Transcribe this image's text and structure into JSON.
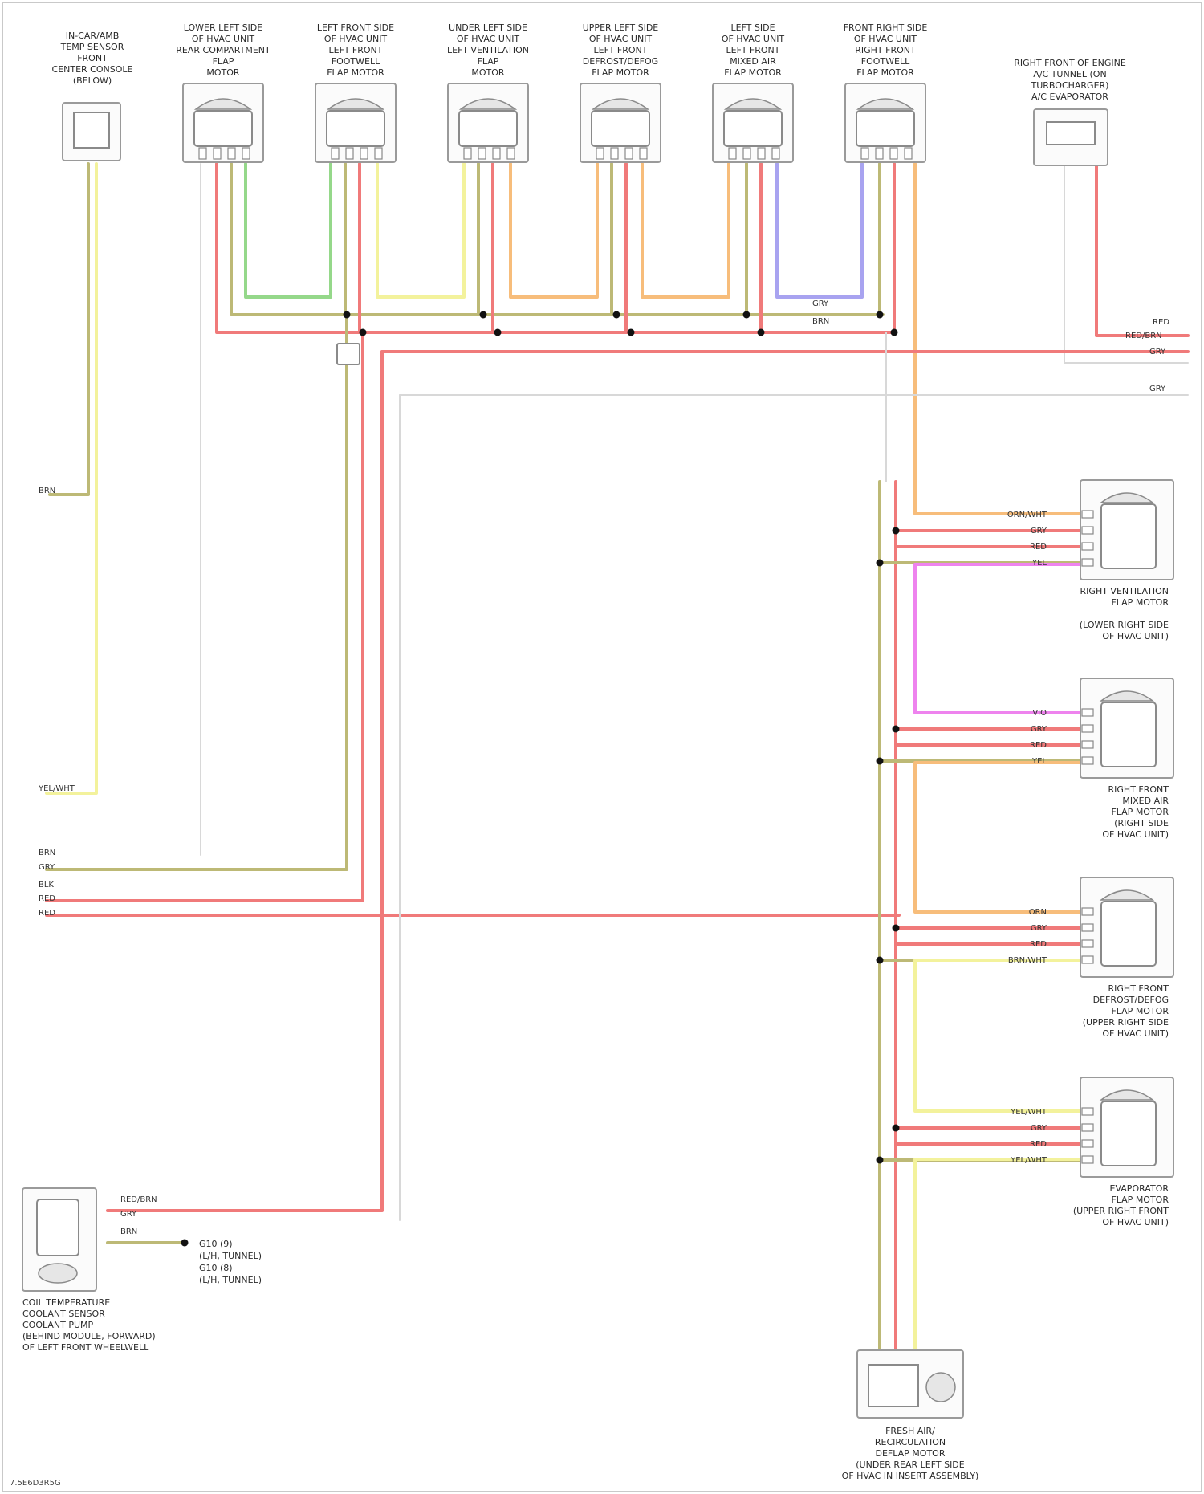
{
  "wire_colors": {
    "red": "#f07a7a",
    "olive": "#bdb976",
    "green": "#95d88a",
    "lightyellow": "#f3f29c",
    "orange": "#f7bd7b",
    "violet": "#a8a3f0",
    "magenta": "#ee83ee",
    "gray": "#d8d8d8"
  },
  "top_components": [
    {
      "id": "in_car_sensor",
      "caption": [
        "IN-CAR/AMB",
        "TEMP SENSOR",
        "FRONT",
        "CENTER CONSOLE",
        "(BELOW)"
      ]
    },
    {
      "id": "m1",
      "caption": [
        "LOWER LEFT SIDE",
        "OF HVAC UNIT",
        "REAR COMPARTMENT",
        "FLAP",
        "MOTOR"
      ]
    },
    {
      "id": "m2",
      "caption": [
        "LEFT FRONT SIDE",
        "OF HVAC UNIT",
        "LEFT FRONT",
        "FOOTWELL",
        "FLAP MOTOR"
      ]
    },
    {
      "id": "m3",
      "caption": [
        "UNDER LEFT SIDE",
        "OF HVAC UNIT",
        "LEFT VENTILATION",
        "FLAP",
        "MOTOR"
      ]
    },
    {
      "id": "m4",
      "caption": [
        "UPPER LEFT SIDE",
        "OF HVAC UNIT",
        "LEFT FRONT",
        "DEFROST/DEFOG",
        "FLAP MOTOR"
      ]
    },
    {
      "id": "m5",
      "caption": [
        "LEFT SIDE",
        "OF HVAC UNIT",
        "LEFT FRONT",
        "MIXED AIR",
        "FLAP MOTOR"
      ]
    },
    {
      "id": "m6",
      "caption": [
        "FRONT RIGHT SIDE",
        "OF HVAC UNIT",
        "RIGHT FRONT",
        "FOOTWELL",
        "FLAP MOTOR"
      ]
    },
    {
      "id": "evap_sensor",
      "caption": [
        "RIGHT FRONT OF ENGINE",
        "A/C TUNNEL (ON",
        "TURBOCHARGER)",
        "A/C EVAPORATOR"
      ]
    }
  ],
  "right_components": [
    {
      "id": "r1",
      "caption": [
        "RIGHT VENTILATION",
        "FLAP MOTOR"
      ],
      "note": [
        "(LOWER RIGHT SIDE",
        "OF HVAC UNIT)"
      ],
      "pin_labels": [
        "ORN/WHT",
        "GRY",
        "RED",
        "YEL"
      ]
    },
    {
      "id": "r2",
      "caption": [
        "RIGHT FRONT",
        "MIXED AIR",
        "FLAP MOTOR",
        "(RIGHT SIDE",
        "OF HVAC UNIT)"
      ],
      "pin_labels": [
        "VIO",
        "GRY",
        "RED",
        "YEL"
      ]
    },
    {
      "id": "r3",
      "caption": [
        "RIGHT FRONT",
        "DEFROST/DEFOG",
        "FLAP MOTOR",
        "(UPPER RIGHT SIDE",
        "OF HVAC UNIT)"
      ],
      "pin_labels": [
        "ORN",
        "GRY",
        "RED",
        "BRN/WHT"
      ]
    },
    {
      "id": "r4",
      "caption": [
        "EVAPORATOR",
        "FLAP MOTOR",
        "(UPPER RIGHT FRONT",
        "OF HVAC UNIT)"
      ],
      "pin_labels": [
        "YEL/WHT",
        "GRY",
        "RED",
        "YEL/WHT"
      ]
    }
  ],
  "bottom_left_component": {
    "caption": [
      "COIL TEMPERATURE",
      "COOLANT SENSOR",
      "COOLANT PUMP",
      "(BEHIND MODULE, FORWARD)",
      "OF LEFT FRONT WHEELWELL"
    ]
  },
  "bottom_center_component": {
    "caption": [
      "FRESH AIR/",
      "RECIRCULATION",
      "DEFLAP MOTOR",
      "(UNDER REAR LEFT SIDE",
      "OF HVAC IN INSERT ASSEMBLY)"
    ]
  },
  "ground_caption": [
    "G10 (9)",
    "(L/H, TUNNEL)",
    "G10 (8)",
    "(L/H, TUNNEL)"
  ],
  "left_labels": {
    "l1": "BRN",
    "l2": "YEL/WHT",
    "l3": "BRN",
    "l4": "GRY",
    "l5": "BLK",
    "l6": "RED",
    "l7": "RED"
  },
  "right_edge_labels": {
    "r1": "RED",
    "r2": "RED/BRN",
    "r3": "GRY",
    "r4": "GRY"
  },
  "bus_labels": {
    "b1": "GRY",
    "b2": "BRN"
  },
  "bottom_left_pin_labels": [
    "RED/BRN",
    "GRY",
    "BRN"
  ],
  "footer": "7.5E6D3R5G"
}
